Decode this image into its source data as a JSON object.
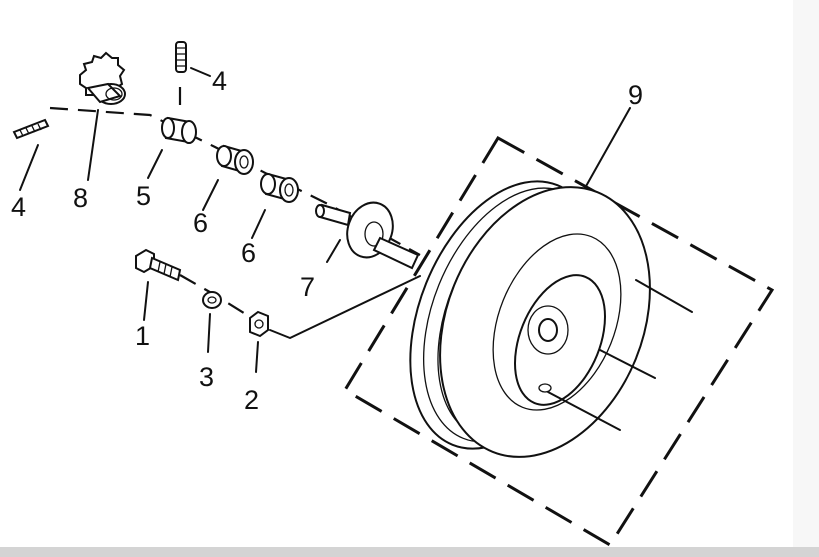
{
  "labels": {
    "bolt": "1",
    "nut": "2",
    "lock_washer": "3",
    "pin_left": "4",
    "pin_top": "4",
    "spacer": "5",
    "bearing_upper": "6",
    "bearing_lower": "6",
    "hub_axle": "7",
    "sprocket": "8",
    "wheel_assembly": "9"
  }
}
